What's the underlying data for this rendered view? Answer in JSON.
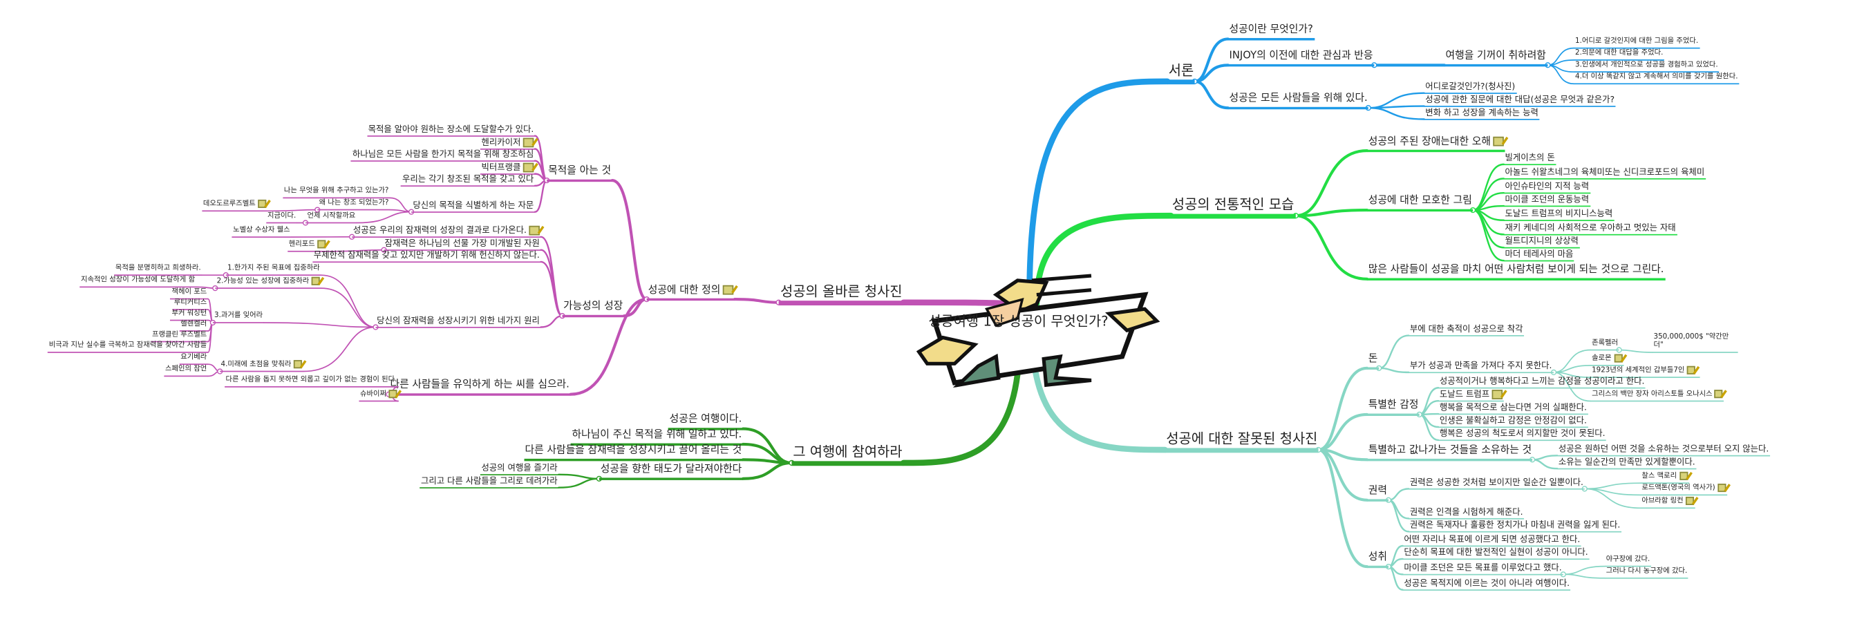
{
  "title": "성공여행 1장 성공이 무엇인가?",
  "colors": {
    "intro": "#1e9be8",
    "traditional": "#22dd44",
    "wrong": "#86d6c4",
    "right_picture": "#c052b4",
    "join": "#2e9e26"
  },
  "intro": {
    "label": "서론",
    "children": [
      "성공이란 무엇인가?",
      {
        "label": "INJOY의 이전에 대한 관심과 반응",
        "children": [
          {
            "label": "여행을 기꺼이 취하려함",
            "children": [
              "1.어디로 갈것인지에 대한 그림을 주었다.",
              "2.의문에 대한 대답을 주었다.",
              "3.인생에서 개인적으로 성공을 경험하고 있었다.",
              "4.더 이상 똑같지 않고 계속해서 의미를 갖기를 원한다."
            ]
          }
        ]
      },
      {
        "label": "성공은 모든 사람들을 위해 있다.",
        "children": [
          "어디로갈것인가?(청사진)",
          "성공에 관한 질문에 대한 대답(성공은 무엇과 같은가?",
          "변화 하고 성장을 계속하는 능력"
        ]
      }
    ]
  },
  "traditional": {
    "label": "성공의 전통적인 모습",
    "children": [
      "성공의 주된 장애는대한 오해",
      {
        "label": "성공에 대한 모호한 그림",
        "children": [
          "빌게이츠의 돈",
          "아놀드 쉬왈츠네그의 육체미또는 신디크로포드의 육체미",
          "아인슈타인의 지적 능력",
          "마이클 조던의 운동능력",
          "도날드 트럼프의 비지니스능력",
          "재키 케네디의 사회적으로 우아하고 멋있는 자태",
          "월트디지니의 상상력",
          "마더 테레사의 마음"
        ]
      },
      "많은 사람들이 성공을 마치 어떤 사람처럼 보이게 되는 것으로 그린다."
    ]
  },
  "wrong": {
    "label": "성공에 대한 잘못된 청사진",
    "children": [
      {
        "label": "돈",
        "children": [
          "부에 대한 축적이 성공으로 착각",
          {
            "label": "부가 성공과 만족을 가져다 주지 못한다.",
            "children": [
              {
                "label": "존록펠러",
                "children": [
                  "350,000,000$ \"약간만 더\""
                ]
              },
              "솔로몬",
              "1923년의 세계적인 갑부들7인",
              "그리스의 백만 장자 아리스토틀 오나시스"
            ]
          }
        ]
      },
      {
        "label": "특별한 감정",
        "children": [
          "성공적이거나 행복하다고 느끼는 감정을 성공이라고 한다.",
          "도날드 트럼프",
          "행복을 목적으로 삼는다면 거의 실패한다.",
          "인생은 불확실하고 감정은 안정감이 없다.",
          "행복은 성공의 척도로서 의지할만 것이 못된다."
        ]
      },
      {
        "label": "특별하고 값나가는 것들을 소유하는 것",
        "children": [
          "성공은 원하던 어떤 것을 소유하는 것으로부터 오지 않는다.",
          "소유는 일순간의 만족만 있게할뿐이다."
        ]
      },
      {
        "label": "권력",
        "children": [
          {
            "label": "권력은 성공한 것처럼 보이지만 일순간 일뿐이다.",
            "children": [
              "찰스 맥로리",
              "로드액톤(영국의 역사가)",
              "아브라함 링컨"
            ]
          },
          "권력은 인격을 시험하게 해준다.",
          "권력은 독재자나 훌륭한 정치가나 마침내 권력을 잃게 된다."
        ]
      },
      {
        "label": "성취",
        "children": [
          "어떤 자리나 목표에 이르게 되면 성공했다고 한다.",
          "단순히 목표에 대한 발전적인 실현이 성공이 아니다.",
          {
            "label": "마이클 조던은 모든 목표를 이루었다고 했다.",
            "children": [
              "야구장에 갔다.",
              "그러나 다시 농구장에 갔다."
            ]
          },
          "성공은 목적지에 이르는 것이 아니라 여행이다."
        ]
      }
    ]
  },
  "right_picture": {
    "label": "성공의 올바른 청사진",
    "children": [
      {
        "label": "성공에 대한 정의",
        "children": [
          {
            "label": "목적을 아는 것",
            "children": [
              "목적을 알아야 원하는 장소에 도달할수가 있다.",
              "헨리카이저",
              "하나님은 모든 사람을 한가지 목적을 위해 창조하심",
              "빅터프랭클",
              "우리는 각기 창조된 목적을 갖고 있다",
              {
                "label": "당신의 목적을 식별하게 하는 자문",
                "children": [
                  "나는 무엇을 위해 추구하고 있는가?",
                  {
                    "label": "왜 나는 창조 되었는가?",
                    "children": [
                      "데오도르루즈벨트"
                    ]
                  },
                  {
                    "label": "언제 시작할까요",
                    "children": [
                      "지금이다."
                    ]
                  }
                ]
              }
            ]
          },
          {
            "label": "가능성의 성장",
            "children": [
              {
                "label": "성공은 우리의 잠재력의 성장의 결과로 다가온다.",
                "children": [
                  "노벨상 수상자 웰스"
                ]
              },
              {
                "label": "잠재력은 하나님의 선물 가장 미개발된 자원",
                "children": [
                  "헨리포드"
                ]
              },
              "무제한적 잠재력을 갖고 있지만 개발하기 위해 헌신하지 않는다.",
              {
                "label": "당신의 잠재력을 성장시키기 위한 네가지 원리",
                "children": [
                  {
                    "label": "1.한가지 주된 목표에 집중하라",
                    "children": [
                      "목적을 분명히하고 희생하라."
                    ]
                  },
                  {
                    "label": "2.가능성 있는 성장에 집중하라",
                    "children": [
                      "지속적인 성장이 가능성에 도달하게 함"
                    ]
                  },
                  {
                    "label": "3.과거를 잊어라",
                    "children": [
                      "잭헤이 포드",
                      "루티커티스",
                      "부커 워싱턴",
                      "헬렌켈러",
                      "프랭클린 루즈벨트",
                      "비극과 지난 실수를 극복하고 잠재력을 찾아간 사람들"
                    ]
                  },
                  {
                    "label": "4.미래에 초점을 맞춰라",
                    "children": [
                      "요기베라",
                      "스페인의 잠언"
                    ]
                  }
                ]
              }
            ]
          },
          {
            "label": "다른 사람들을 유익하게 하는 씨를 심으라.",
            "children": [
              "다른 사람을 돕지 못하면 외롭고 깊이가 없는 경험이 된다.",
              "슈바이쩌"
            ]
          }
        ]
      }
    ]
  },
  "join": {
    "label": "그 여행에 참여하라",
    "children": [
      "성공은 여행이다.",
      "하나님이 주신 목적을 위해 일하고 있다.",
      "다른 사람들을 잠재력을 성장시키고 끌어 올리는 것",
      {
        "label": "성공을 향한 태도가 달라져야한다",
        "children": [
          "성공의 여행을 즐기라",
          "그리고 다른 사람들을 그리로 데려가라"
        ]
      }
    ]
  }
}
